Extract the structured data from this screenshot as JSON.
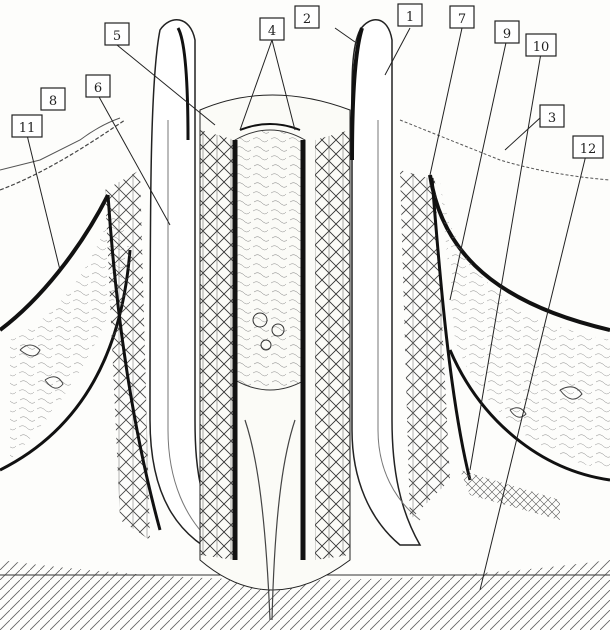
{
  "figure": {
    "callouts": [
      {
        "id": "callout-1",
        "text": "1"
      },
      {
        "id": "callout-2",
        "text": "2"
      },
      {
        "id": "callout-3",
        "text": "3"
      },
      {
        "id": "callout-4",
        "text": "4"
      },
      {
        "id": "callout-5",
        "text": "5"
      },
      {
        "id": "callout-6",
        "text": "6"
      },
      {
        "id": "callout-7",
        "text": "7"
      },
      {
        "id": "callout-8",
        "text": "8"
      },
      {
        "id": "callout-9",
        "text": "9"
      },
      {
        "id": "callout-10",
        "text": "10"
      },
      {
        "id": "callout-11",
        "text": "11"
      },
      {
        "id": "callout-12",
        "text": "12"
      }
    ]
  }
}
